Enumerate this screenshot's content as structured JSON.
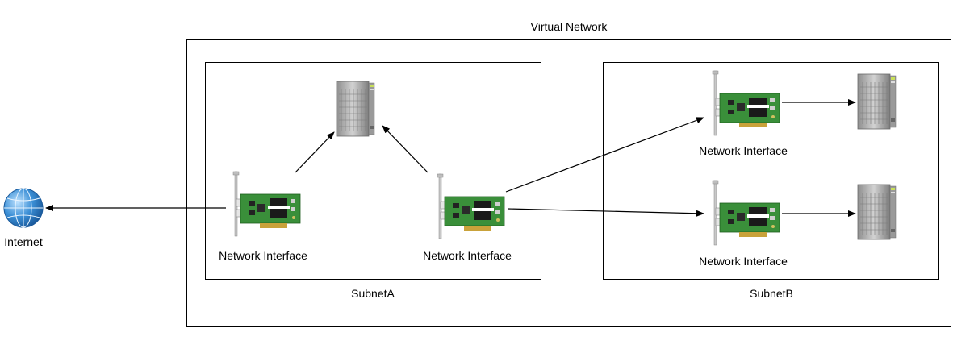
{
  "diagram": {
    "vnet_label": "Virtual Network",
    "subnet_a_label": "SubnetA",
    "subnet_b_label": "SubnetB",
    "internet_label": "Internet",
    "nic_labels": [
      "Network Interface",
      "Network Interface",
      "Network Interface",
      "Network Interface"
    ]
  },
  "colors": {
    "line": "#000000",
    "pcb_green": "#3a8f3a",
    "server_grey": "#a8a8a8",
    "globe_blue": "#2f86cf"
  },
  "icons": [
    "globe-icon",
    "server-icon",
    "network-card-icon"
  ]
}
